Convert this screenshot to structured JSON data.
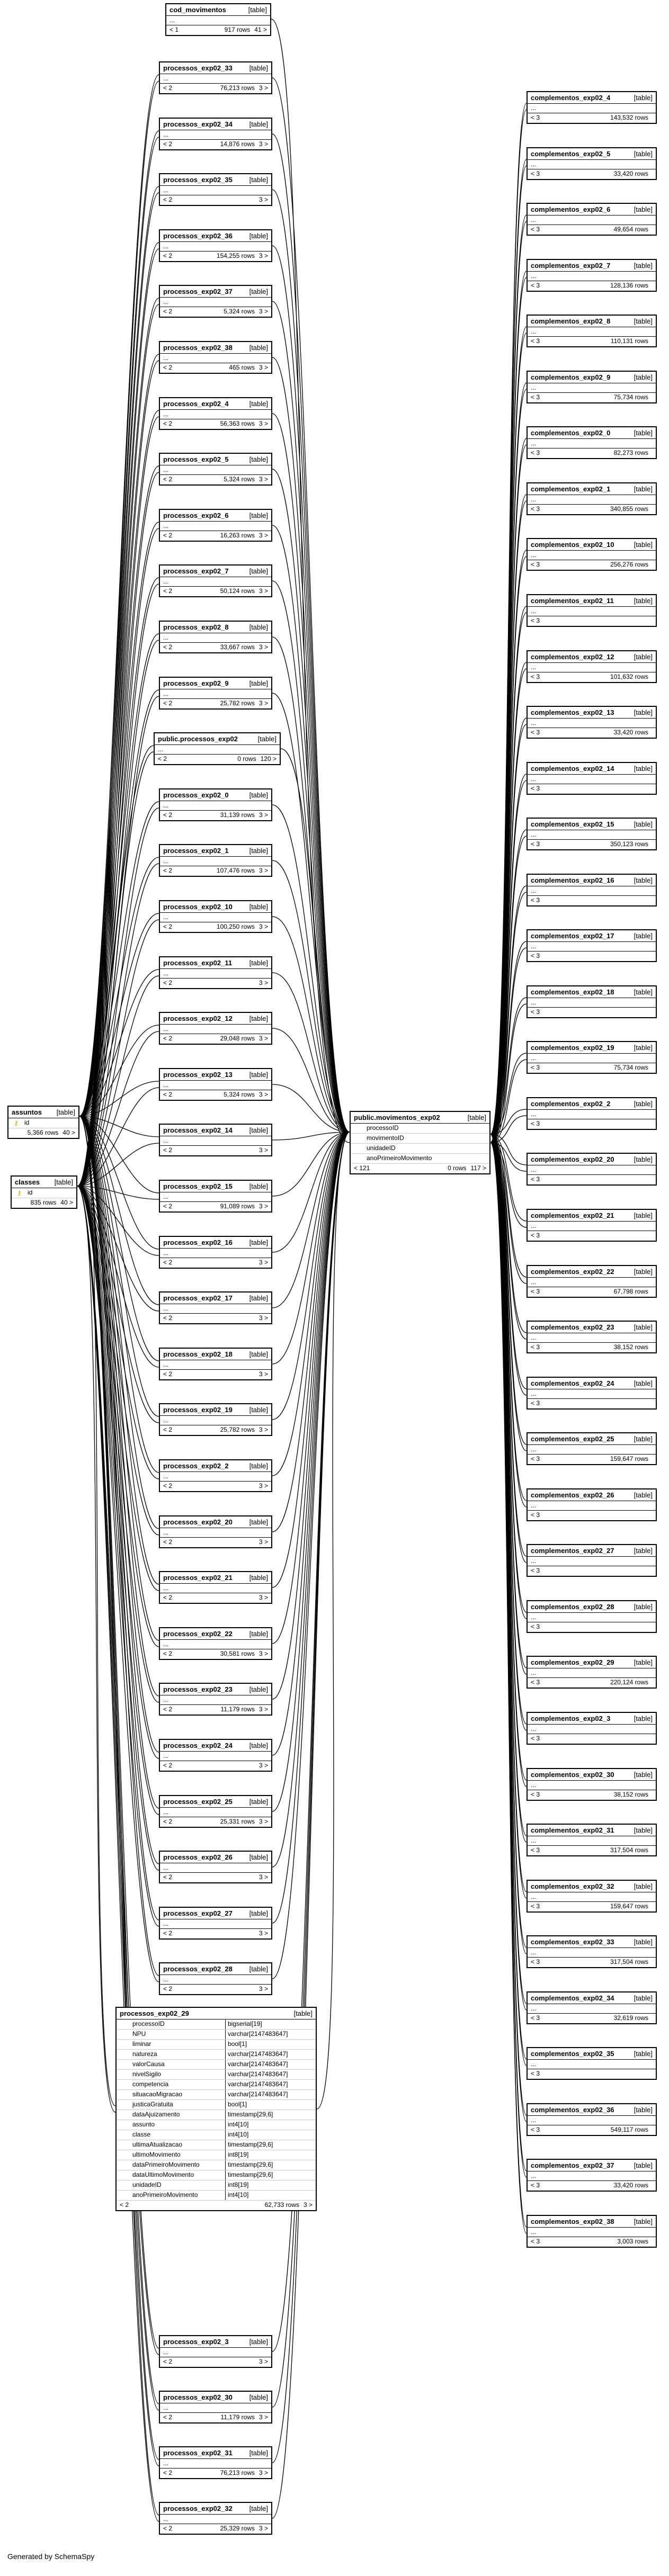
{
  "footer": "Generated by SchemaSpy",
  "tables": [
    {
      "id": "cod_movimentos",
      "name": "cod_movimentos",
      "kind": "[table]",
      "parents": "< 1",
      "rows": "917 rows",
      "children": "41 >"
    },
    {
      "id": "p33",
      "name": "processos_exp02_33",
      "kind": "[table]",
      "parents": "< 2",
      "rows": "76,213 rows",
      "children": "3 >"
    },
    {
      "id": "p34",
      "name": "processos_exp02_34",
      "kind": "[table]",
      "parents": "< 2",
      "rows": "14,876 rows",
      "children": "3 >"
    },
    {
      "id": "p35",
      "name": "processos_exp02_35",
      "kind": "[table]",
      "parents": "< 2",
      "rows": "",
      "children": "3 >"
    },
    {
      "id": "p36",
      "name": "processos_exp02_36",
      "kind": "[table]",
      "parents": "< 2",
      "rows": "154,255 rows",
      "children": "3 >"
    },
    {
      "id": "p37",
      "name": "processos_exp02_37",
      "kind": "[table]",
      "parents": "< 2",
      "rows": "5,324 rows",
      "children": "3 >"
    },
    {
      "id": "p38",
      "name": "processos_exp02_38",
      "kind": "[table]",
      "parents": "< 2",
      "rows": "465 rows",
      "children": "3 >"
    },
    {
      "id": "p4",
      "name": "processos_exp02_4",
      "kind": "[table]",
      "parents": "< 2",
      "rows": "56,363 rows",
      "children": "3 >"
    },
    {
      "id": "p5",
      "name": "processos_exp02_5",
      "kind": "[table]",
      "parents": "< 2",
      "rows": "5,324 rows",
      "children": "3 >"
    },
    {
      "id": "p6",
      "name": "processos_exp02_6",
      "kind": "[table]",
      "parents": "< 2",
      "rows": "16,263 rows",
      "children": "3 >"
    },
    {
      "id": "p7",
      "name": "processos_exp02_7",
      "kind": "[table]",
      "parents": "< 2",
      "rows": "50,124 rows",
      "children": "3 >"
    },
    {
      "id": "p8",
      "name": "processos_exp02_8",
      "kind": "[table]",
      "parents": "< 2",
      "rows": "33,667 rows",
      "children": "3 >"
    },
    {
      "id": "p9",
      "name": "processos_exp02_9",
      "kind": "[table]",
      "parents": "< 2",
      "rows": "25,782 rows",
      "children": "3 >"
    },
    {
      "id": "ppub",
      "name": "public.processos_exp02",
      "kind": "[table]",
      "parents": "< 2",
      "rows": "0 rows",
      "children": "120 >"
    },
    {
      "id": "p0",
      "name": "processos_exp02_0",
      "kind": "[table]",
      "parents": "< 2",
      "rows": "31,139 rows",
      "children": "3 >"
    },
    {
      "id": "p1",
      "name": "processos_exp02_1",
      "kind": "[table]",
      "parents": "< 2",
      "rows": "107,476 rows",
      "children": "3 >"
    },
    {
      "id": "p10",
      "name": "processos_exp02_10",
      "kind": "[table]",
      "parents": "< 2",
      "rows": "100,250 rows",
      "children": "3 >"
    },
    {
      "id": "p11",
      "name": "processos_exp02_11",
      "kind": "[table]",
      "parents": "< 2",
      "rows": "",
      "children": "3 >"
    },
    {
      "id": "p12",
      "name": "processos_exp02_12",
      "kind": "[table]",
      "parents": "< 2",
      "rows": "29,048 rows",
      "children": "3 >"
    },
    {
      "id": "p13",
      "name": "processos_exp02_13",
      "kind": "[table]",
      "parents": "< 2",
      "rows": "5,324 rows",
      "children": "3 >"
    },
    {
      "id": "p14",
      "name": "processos_exp02_14",
      "kind": "[table]",
      "parents": "< 2",
      "rows": "",
      "children": "3 >"
    },
    {
      "id": "p15",
      "name": "processos_exp02_15",
      "kind": "[table]",
      "parents": "< 2",
      "rows": "91,089 rows",
      "children": "3 >"
    },
    {
      "id": "p16",
      "name": "processos_exp02_16",
      "kind": "[table]",
      "parents": "< 2",
      "rows": "",
      "children": "3 >"
    },
    {
      "id": "p17",
      "name": "processos_exp02_17",
      "kind": "[table]",
      "parents": "< 2",
      "rows": "",
      "children": "3 >"
    },
    {
      "id": "p18",
      "name": "processos_exp02_18",
      "kind": "[table]",
      "parents": "< 2",
      "rows": "",
      "children": "3 >"
    },
    {
      "id": "p19",
      "name": "processos_exp02_19",
      "kind": "[table]",
      "parents": "< 2",
      "rows": "25,782 rows",
      "children": "3 >"
    },
    {
      "id": "p2",
      "name": "processos_exp02_2",
      "kind": "[table]",
      "parents": "< 2",
      "rows": "",
      "children": "3 >"
    },
    {
      "id": "p20",
      "name": "processos_exp02_20",
      "kind": "[table]",
      "parents": "< 2",
      "rows": "",
      "children": "3 >"
    },
    {
      "id": "p21",
      "name": "processos_exp02_21",
      "kind": "[table]",
      "parents": "< 2",
      "rows": "",
      "children": "3 >"
    },
    {
      "id": "p22",
      "name": "processos_exp02_22",
      "kind": "[table]",
      "parents": "< 2",
      "rows": "30,581 rows",
      "children": "3 >"
    },
    {
      "id": "p23",
      "name": "processos_exp02_23",
      "kind": "[table]",
      "parents": "< 2",
      "rows": "11,179 rows",
      "children": "3 >"
    },
    {
      "id": "p24",
      "name": "processos_exp02_24",
      "kind": "[table]",
      "parents": "< 2",
      "rows": "",
      "children": "3 >"
    },
    {
      "id": "p25",
      "name": "processos_exp02_25",
      "kind": "[table]",
      "parents": "< 2",
      "rows": "25,331 rows",
      "children": "3 >"
    },
    {
      "id": "p26",
      "name": "processos_exp02_26",
      "kind": "[table]",
      "parents": "< 2",
      "rows": "",
      "children": "3 >"
    },
    {
      "id": "p27",
      "name": "processos_exp02_27",
      "kind": "[table]",
      "parents": "< 2",
      "rows": "",
      "children": "3 >"
    },
    {
      "id": "p28",
      "name": "processos_exp02_28",
      "kind": "[table]",
      "parents": "< 2",
      "rows": "",
      "children": "3 >"
    },
    {
      "id": "p3",
      "name": "processos_exp02_3",
      "kind": "[table]",
      "parents": "< 2",
      "rows": "",
      "children": "3 >"
    },
    {
      "id": "p30",
      "name": "processos_exp02_30",
      "kind": "[table]",
      "parents": "< 2",
      "rows": "11,179 rows",
      "children": "3 >"
    },
    {
      "id": "p31",
      "name": "processos_exp02_31",
      "kind": "[table]",
      "parents": "< 2",
      "rows": "76,213 rows",
      "children": "3 >"
    },
    {
      "id": "p32",
      "name": "processos_exp02_32",
      "kind": "[table]",
      "parents": "< 2",
      "rows": "25,329 rows",
      "children": "3 >"
    },
    {
      "id": "assuntos",
      "name": "assuntos",
      "kind": "[table]",
      "parents": "",
      "rows": "5,366 rows",
      "children": "40 >",
      "columns": [
        {
          "name": "id",
          "type": "",
          "pk": true
        }
      ]
    },
    {
      "id": "classes",
      "name": "classes",
      "kind": "[table]",
      "parents": "",
      "rows": "835 rows",
      "children": "40 >",
      "columns": [
        {
          "name": "id",
          "type": "",
          "pk": true
        }
      ]
    },
    {
      "id": "mov",
      "name": "public.movimentos_exp02",
      "kind": "[table]",
      "parents": "< 121",
      "rows": "0 rows",
      "children": "117 >",
      "columns": [
        {
          "name": "processoID",
          "type": "",
          "pk": false
        },
        {
          "name": "movimentoID",
          "type": "",
          "pk": false
        },
        {
          "name": "unidadeID",
          "type": "",
          "pk": false
        },
        {
          "name": "anoPrimeiroMovimento",
          "type": "",
          "pk": false
        }
      ]
    },
    {
      "id": "p29",
      "name": "processos_exp02_29",
      "kind": "[table]",
      "parents": "< 2",
      "rows": "62,733 rows",
      "children": "3 >",
      "columns": [
        {
          "name": "processoID",
          "type": "bigserial[19]",
          "pk": false
        },
        {
          "name": "NPU",
          "type": "varchar[2147483647]",
          "pk": false
        },
        {
          "name": "liminar",
          "type": "bool[1]",
          "pk": false
        },
        {
          "name": "natureza",
          "type": "varchar[2147483647]",
          "pk": false
        },
        {
          "name": "valorCausa",
          "type": "varchar[2147483647]",
          "pk": false
        },
        {
          "name": "nivelSigilo",
          "type": "varchar[2147483647]",
          "pk": false
        },
        {
          "name": "competencia",
          "type": "varchar[2147483647]",
          "pk": false
        },
        {
          "name": "situacaoMigracao",
          "type": "varchar[2147483647]",
          "pk": false
        },
        {
          "name": "justicaGratuita",
          "type": "bool[1]",
          "pk": false
        },
        {
          "name": "dataAjuizamento",
          "type": "timestamp[29,6]",
          "pk": false
        },
        {
          "name": "assunto",
          "type": "int4[10]",
          "pk": false
        },
        {
          "name": "classe",
          "type": "int4[10]",
          "pk": false
        },
        {
          "name": "ultimaAtualizacao",
          "type": "timestamp[29,6]",
          "pk": false
        },
        {
          "name": "ultimoMovimento",
          "type": "int8[19]",
          "pk": false
        },
        {
          "name": "dataPrimeiroMovimento",
          "type": "timestamp[29,6]",
          "pk": false
        },
        {
          "name": "dataUltimoMovimento",
          "type": "timestamp[29,6]",
          "pk": false
        },
        {
          "name": "unidadeID",
          "type": "int8[19]",
          "pk": false
        },
        {
          "name": "anoPrimeiroMovimento",
          "type": "int4[10]",
          "pk": false
        }
      ]
    },
    {
      "id": "c4",
      "name": "complementos_exp02_4",
      "kind": "[table]",
      "parents": "< 3",
      "rows": "143,532 rows",
      "children": ""
    },
    {
      "id": "c5",
      "name": "complementos_exp02_5",
      "kind": "[table]",
      "parents": "< 3",
      "rows": "33,420 rows",
      "children": ""
    },
    {
      "id": "c6",
      "name": "complementos_exp02_6",
      "kind": "[table]",
      "parents": "< 3",
      "rows": "49,654 rows",
      "children": ""
    },
    {
      "id": "c7",
      "name": "complementos_exp02_7",
      "kind": "[table]",
      "parents": "< 3",
      "rows": "128,136 rows",
      "children": ""
    },
    {
      "id": "c8",
      "name": "complementos_exp02_8",
      "kind": "[table]",
      "parents": "< 3",
      "rows": "110,131 rows",
      "children": ""
    },
    {
      "id": "c9",
      "name": "complementos_exp02_9",
      "kind": "[table]",
      "parents": "< 3",
      "rows": "75,734 rows",
      "children": ""
    },
    {
      "id": "c0",
      "name": "complementos_exp02_0",
      "kind": "[table]",
      "parents": "< 3",
      "rows": "82,273 rows",
      "children": ""
    },
    {
      "id": "c1",
      "name": "complementos_exp02_1",
      "kind": "[table]",
      "parents": "< 3",
      "rows": "340,855 rows",
      "children": ""
    },
    {
      "id": "c10",
      "name": "complementos_exp02_10",
      "kind": "[table]",
      "parents": "< 3",
      "rows": "256,276 rows",
      "children": ""
    },
    {
      "id": "c11",
      "name": "complementos_exp02_11",
      "kind": "[table]",
      "parents": "< 3",
      "rows": "",
      "children": ""
    },
    {
      "id": "c12",
      "name": "complementos_exp02_12",
      "kind": "[table]",
      "parents": "< 3",
      "rows": "101,632 rows",
      "children": ""
    },
    {
      "id": "c13",
      "name": "complementos_exp02_13",
      "kind": "[table]",
      "parents": "< 3",
      "rows": "33,420 rows",
      "children": ""
    },
    {
      "id": "c14",
      "name": "complementos_exp02_14",
      "kind": "[table]",
      "parents": "< 3",
      "rows": "",
      "children": ""
    },
    {
      "id": "c15",
      "name": "complementos_exp02_15",
      "kind": "[table]",
      "parents": "< 3",
      "rows": "350,123 rows",
      "children": ""
    },
    {
      "id": "c16",
      "name": "complementos_exp02_16",
      "kind": "[table]",
      "parents": "< 3",
      "rows": "",
      "children": ""
    },
    {
      "id": "c17",
      "name": "complementos_exp02_17",
      "kind": "[table]",
      "parents": "< 3",
      "rows": "",
      "children": ""
    },
    {
      "id": "c18",
      "name": "complementos_exp02_18",
      "kind": "[table]",
      "parents": "< 3",
      "rows": "",
      "children": ""
    },
    {
      "id": "c19",
      "name": "complementos_exp02_19",
      "kind": "[table]",
      "parents": "< 3",
      "rows": "75,734 rows",
      "children": ""
    },
    {
      "id": "c2",
      "name": "complementos_exp02_2",
      "kind": "[table]",
      "parents": "< 3",
      "rows": "",
      "children": ""
    },
    {
      "id": "c20",
      "name": "complementos_exp02_20",
      "kind": "[table]",
      "parents": "< 3",
      "rows": "",
      "children": ""
    },
    {
      "id": "c21",
      "name": "complementos_exp02_21",
      "kind": "[table]",
      "parents": "< 3",
      "rows": "",
      "children": ""
    },
    {
      "id": "c22",
      "name": "complementos_exp02_22",
      "kind": "[table]",
      "parents": "< 3",
      "rows": "67,798 rows",
      "children": ""
    },
    {
      "id": "c23",
      "name": "complementos_exp02_23",
      "kind": "[table]",
      "parents": "< 3",
      "rows": "38,152 rows",
      "children": ""
    },
    {
      "id": "c24",
      "name": "complementos_exp02_24",
      "kind": "[table]",
      "parents": "< 3",
      "rows": "",
      "children": ""
    },
    {
      "id": "c25",
      "name": "complementos_exp02_25",
      "kind": "[table]",
      "parents": "< 3",
      "rows": "159,647 rows",
      "children": ""
    },
    {
      "id": "c26",
      "name": "complementos_exp02_26",
      "kind": "[table]",
      "parents": "< 3",
      "rows": "",
      "children": ""
    },
    {
      "id": "c27",
      "name": "complementos_exp02_27",
      "kind": "[table]",
      "parents": "< 3",
      "rows": "",
      "children": ""
    },
    {
      "id": "c28",
      "name": "complementos_exp02_28",
      "kind": "[table]",
      "parents": "< 3",
      "rows": "",
      "children": ""
    },
    {
      "id": "c29",
      "name": "complementos_exp02_29",
      "kind": "[table]",
      "parents": "< 3",
      "rows": "220,124 rows",
      "children": ""
    },
    {
      "id": "c3",
      "name": "complementos_exp02_3",
      "kind": "[table]",
      "parents": "< 3",
      "rows": "",
      "children": ""
    },
    {
      "id": "c30",
      "name": "complementos_exp02_30",
      "kind": "[table]",
      "parents": "< 3",
      "rows": "38,152 rows",
      "children": ""
    },
    {
      "id": "c31",
      "name": "complementos_exp02_31",
      "kind": "[table]",
      "parents": "< 3",
      "rows": "317,504 rows",
      "children": ""
    },
    {
      "id": "c32",
      "name": "complementos_exp02_32",
      "kind": "[table]",
      "parents": "< 3",
      "rows": "159,647 rows",
      "children": ""
    },
    {
      "id": "c33",
      "name": "complementos_exp02_33",
      "kind": "[table]",
      "parents": "< 3",
      "rows": "317,504 rows",
      "children": ""
    },
    {
      "id": "c34",
      "name": "complementos_exp02_34",
      "kind": "[table]",
      "parents": "< 3",
      "rows": "32,619 rows",
      "children": ""
    },
    {
      "id": "c35",
      "name": "complementos_exp02_35",
      "kind": "[table]",
      "parents": "< 3",
      "rows": "",
      "children": ""
    },
    {
      "id": "c36",
      "name": "complementos_exp02_36",
      "kind": "[table]",
      "parents": "< 3",
      "rows": "549,117 rows",
      "children": ""
    },
    {
      "id": "c37",
      "name": "complementos_exp02_37",
      "kind": "[table]",
      "parents": "< 3",
      "rows": "33,420 rows",
      "children": ""
    },
    {
      "id": "c38",
      "name": "complementos_exp02_38",
      "kind": "[table]",
      "parents": "< 3",
      "rows": "3,003 rows",
      "children": ""
    }
  ]
}
